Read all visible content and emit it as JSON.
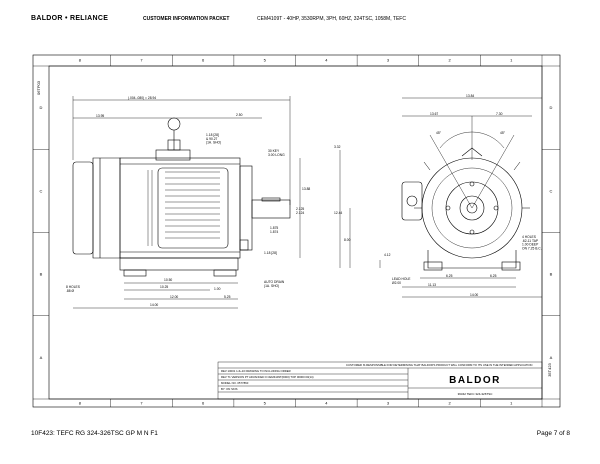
{
  "header": {
    "brand": "BALDOR • RELIANCE",
    "packet_title": "CUSTOMER INFORMATION PACKET",
    "model": "CEM4109T - 40HP, 3530RPM, 3PH, 60HZ, 324TSC, 1058M, TEFC"
  },
  "grid": {
    "columns": [
      "8",
      "7",
      "6",
      "5",
      "4",
      "3",
      "2",
      "1"
    ],
    "rows": [
      "D",
      "C",
      "B",
      "A"
    ]
  },
  "side_labels": {
    "left": "06TP03",
    "right": "35T423"
  },
  "dimensions": {
    "overall_with_key": "(.004-.080) = 28.94",
    "d1395": "13.95",
    "d250": "2.50",
    "conduit_top": "1.18 [28]",
    "d200": "2.00",
    "key_callout": "30 KEY\n3.00 LONG",
    "shaft_dia": "2.125\n2.124",
    "d1875": "1.875\n1.874",
    "d1388": "13.88",
    "conduit_label": "1.18 [28]\n& 90.27\n(1A. SHO)",
    "lower_conduit": "1.18 [28]",
    "drain": "AUTO DRAIN\n(1A. SHO)",
    "d1050": "10.50",
    "d1025": "10.25",
    "d100": "1.00",
    "d1200": "12.00",
    "d525": "5.25",
    "d1400": "14.00",
    "holes": "8 HOLES\n.88 Ø",
    "end_width": "13.84",
    "d1567": "13.67",
    "d730": "7.30",
    "ang1": "45°",
    "ang2": "45°",
    "d332": "3.32",
    "d1244": "12.44",
    "d800": "8.00",
    "d412": "4.12",
    "lead_hole": "LEAD HOLE\nØ2.00",
    "flange": "4 HOLES\n.62-11 TAP\n1.00 DEEP\nON 7.25 B.C.",
    "d1113": "11.13",
    "d625a": "6.25",
    "d625b": "6.25",
    "d1400b": "14.00"
  },
  "notes": {
    "customer_note": "CUSTOMER IS RESPONSIBLE FOR DETERMINING THAT BALDOR'S PRODUCT WILL CONFORM TO ITS USE IN THE INTENDED APPLICATION",
    "drawing_no": "REV 10001 1-6+10 DRAWING TO INCLUDING ORDER",
    "rev": "REV  T1     VERSION  PT      ADVANCED  0  CEM4109T(0000)     TOP  00000 00(14)",
    "model_row": "MODEL NO.  0577860     ",
    "made_by": "BY: ON SKIS"
  },
  "title_block": {
    "company": "BALDOR",
    "subtitle": "36342 TEFC 324-326TSC"
  },
  "footer": {
    "doc": "10F423: TEFC RG 324-326TSC GP M N F1",
    "page": "Page 7 of 8"
  }
}
